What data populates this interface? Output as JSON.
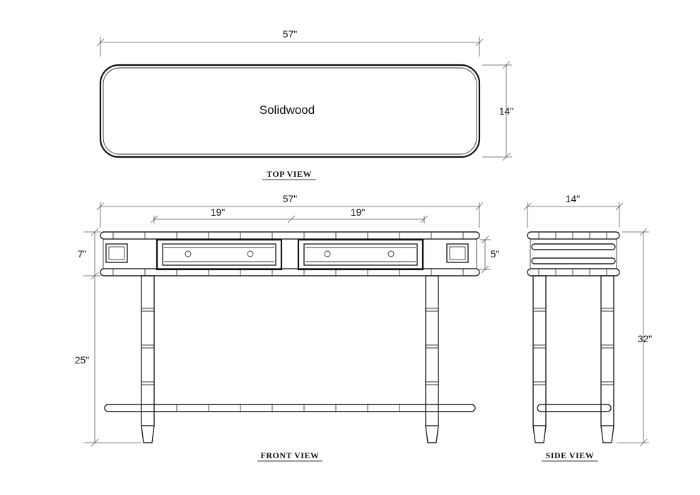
{
  "top_view": {
    "width_label": "57\"",
    "depth_label": "14\"",
    "material_label": "Solidwood",
    "title": "TOP VIEW"
  },
  "front_view": {
    "width_label": "57\"",
    "drawer_left_label": "19\"",
    "drawer_right_label": "19\"",
    "apron_label": "7\"",
    "drawer_height_label": "5\"",
    "leg_label": "25\"",
    "title": "FRONT VIEW"
  },
  "side_view": {
    "depth_label": "14\"",
    "height_label": "32\"",
    "title": "SIDE VIEW"
  }
}
